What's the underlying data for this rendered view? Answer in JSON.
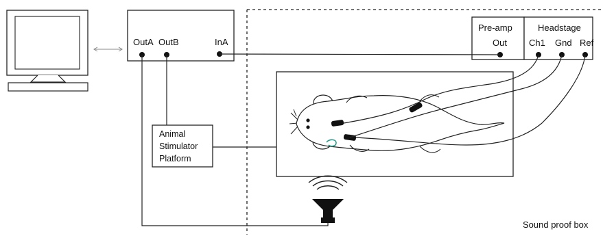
{
  "device": {
    "ports": [
      "OutA",
      "OutB",
      "InA"
    ]
  },
  "preamp": {
    "title": "Pre-amp",
    "port": "Out"
  },
  "headstage": {
    "title": "Headstage",
    "ports": [
      "Ch1",
      "Gnd",
      "Ref"
    ]
  },
  "stimulator": {
    "lines": [
      "Animal",
      "Stimulator",
      "Platform"
    ]
  },
  "enclosure": {
    "label": "Sound proof box"
  }
}
